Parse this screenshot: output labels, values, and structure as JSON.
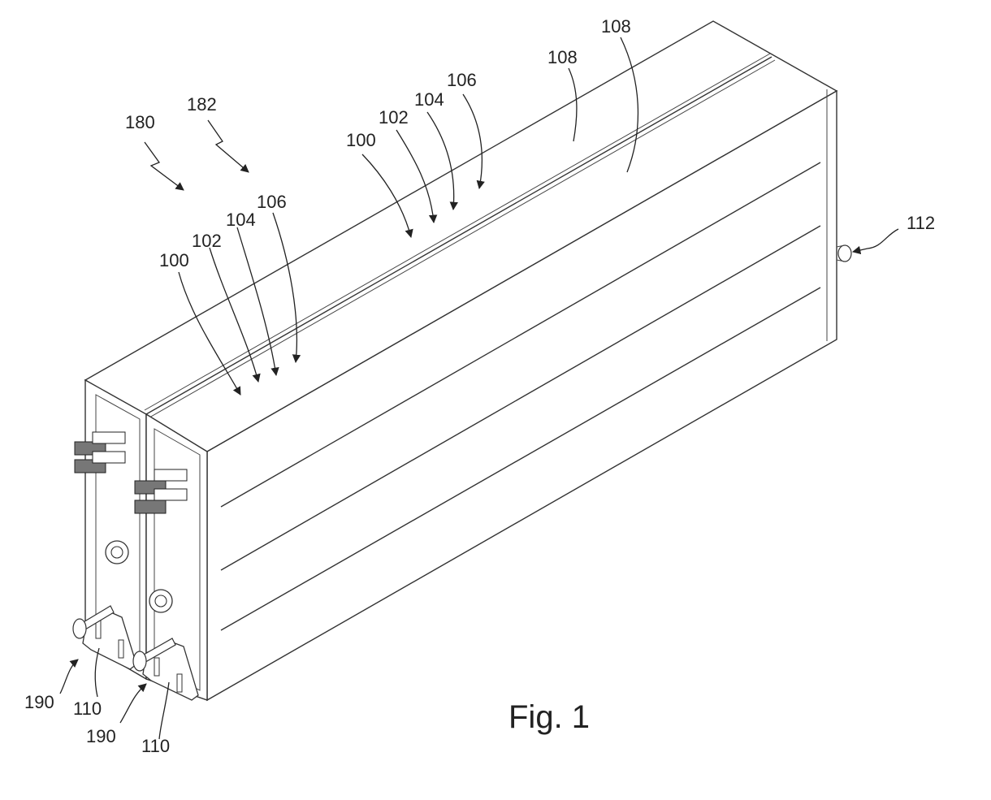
{
  "figure": {
    "caption": "Fig. 1",
    "labels": {
      "assembly_180": "180",
      "assembly_182": "182",
      "front_100": "100",
      "front_102": "102",
      "front_104": "104",
      "front_106": "106",
      "top_100": "100",
      "top_102": "102",
      "top_104": "104",
      "top_106": "106",
      "cover_108_a": "108",
      "cover_108_b": "108",
      "connector_112": "112",
      "bracket_110_a": "110",
      "bracket_110_b": "110",
      "post_190_a": "190",
      "post_190_b": "190"
    }
  }
}
